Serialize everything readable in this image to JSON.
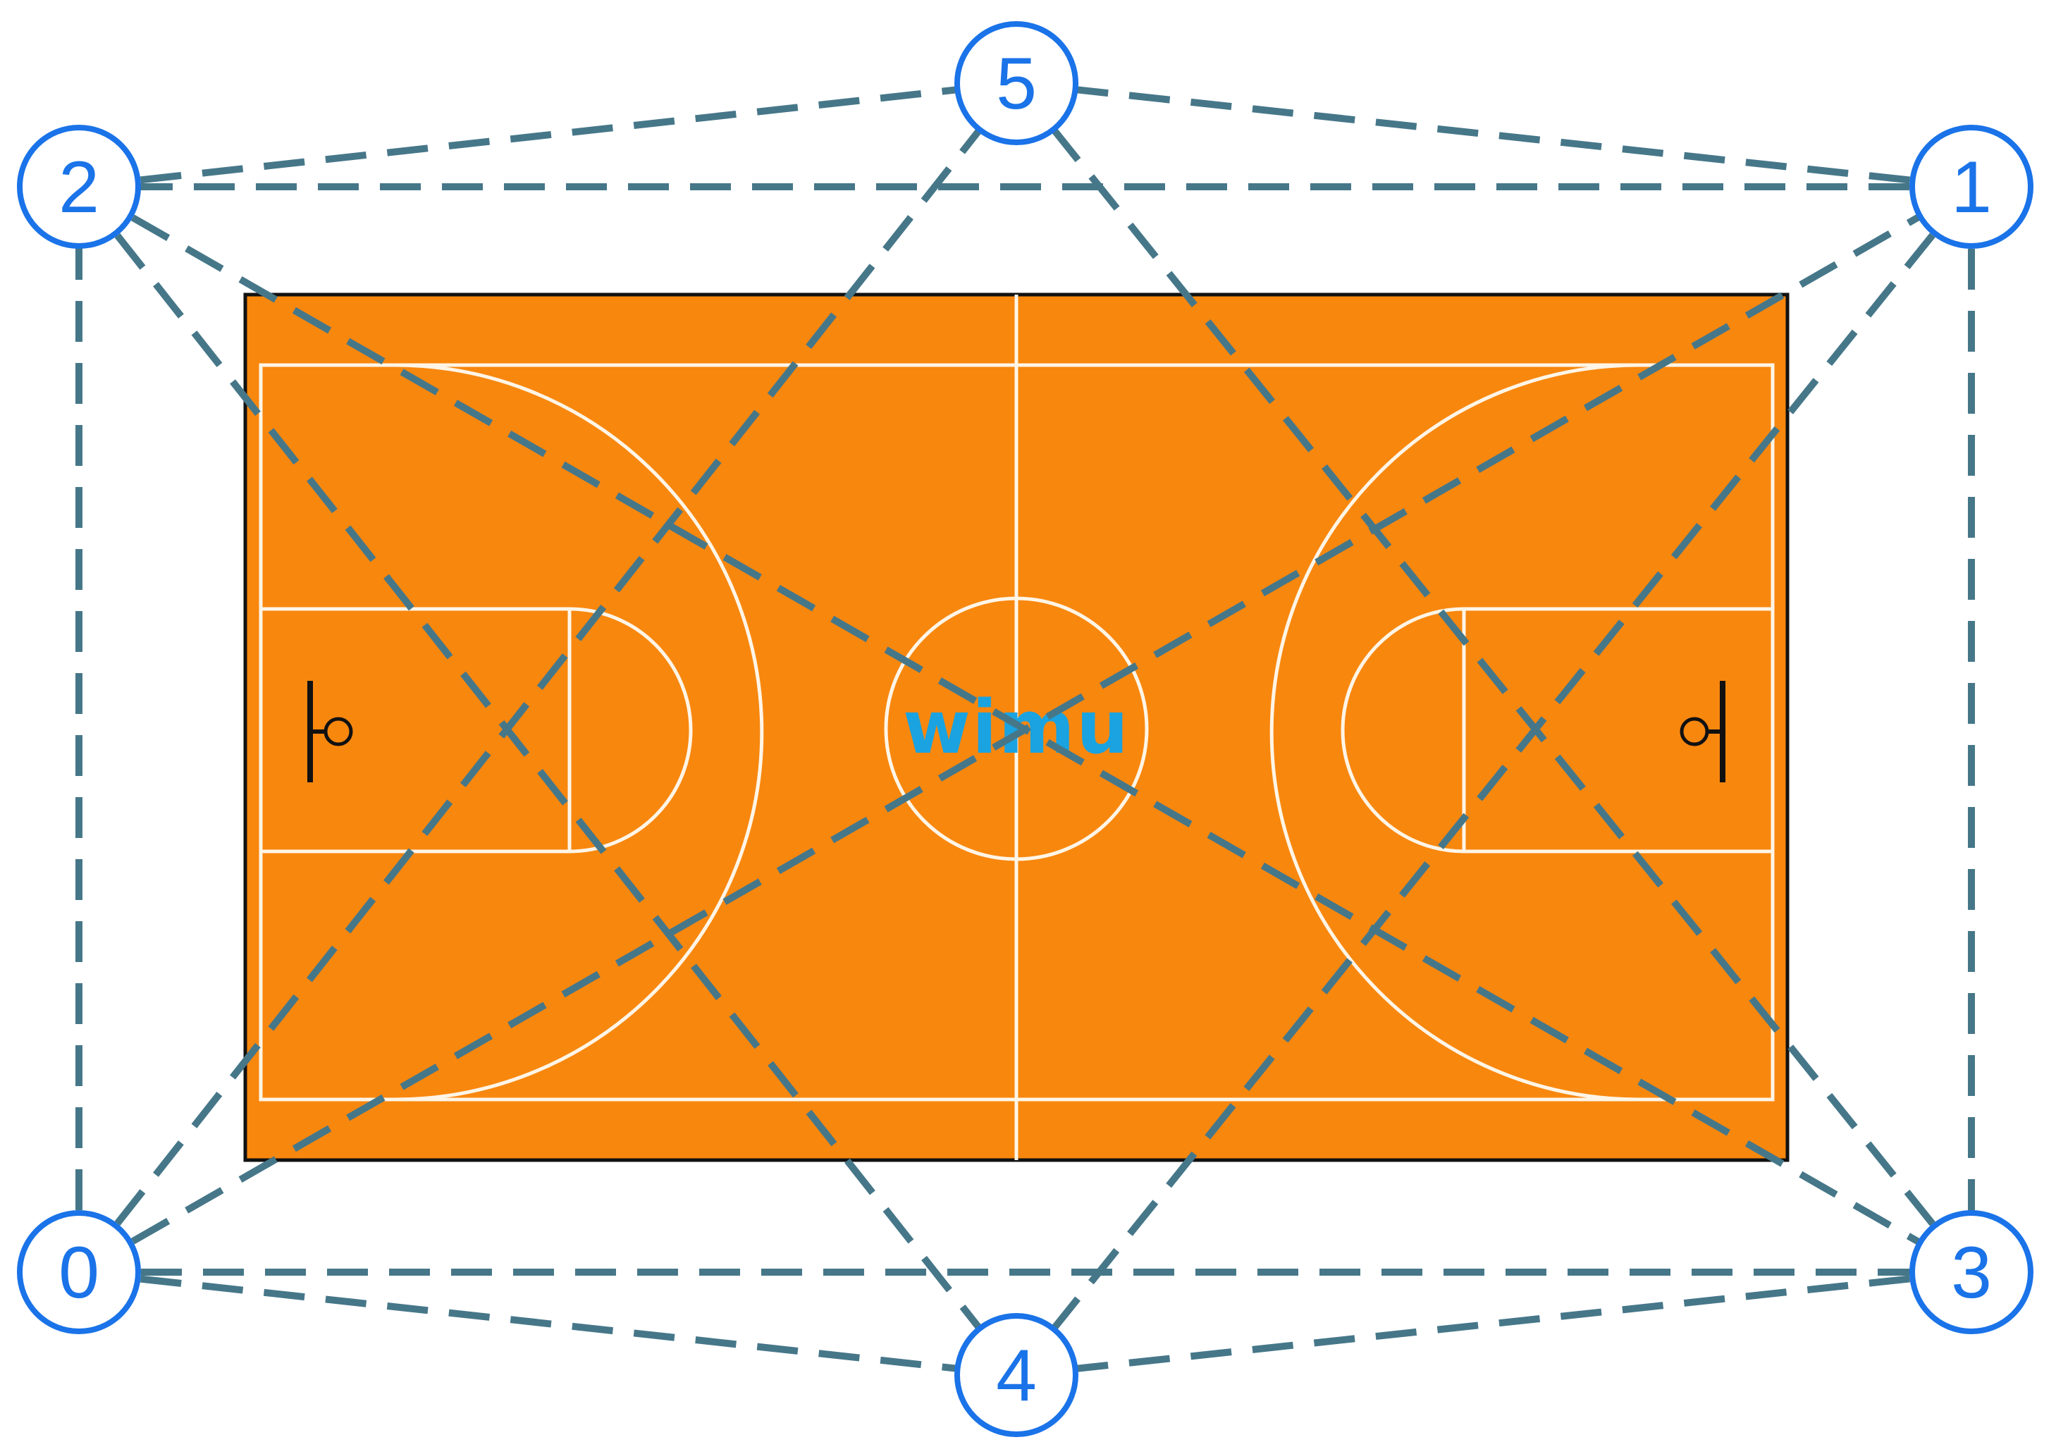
{
  "court": {
    "logo_text": "wimu",
    "colors": {
      "floor": "#f8870e",
      "lines": "#fff5e6",
      "border": "#111111",
      "logo": "#1aa3e0"
    }
  },
  "nodes": [
    {
      "id": "node-0",
      "label": "0"
    },
    {
      "id": "node-1",
      "label": "1"
    },
    {
      "id": "node-2",
      "label": "2"
    },
    {
      "id": "node-3",
      "label": "3"
    },
    {
      "id": "node-4",
      "label": "4"
    },
    {
      "id": "node-5",
      "label": "5"
    }
  ],
  "connections": [
    [
      "0",
      "1"
    ],
    [
      "0",
      "2"
    ],
    [
      "0",
      "3"
    ],
    [
      "0",
      "4"
    ],
    [
      "0",
      "5"
    ],
    [
      "1",
      "2"
    ],
    [
      "1",
      "3"
    ],
    [
      "1",
      "4"
    ],
    [
      "1",
      "5"
    ],
    [
      "2",
      "3"
    ],
    [
      "2",
      "4"
    ],
    [
      "2",
      "5"
    ],
    [
      "3",
      "4"
    ],
    [
      "3",
      "5"
    ]
  ],
  "colors": {
    "node_stroke": "#1a73e8",
    "node_fill": "#ffffff",
    "node_text": "#1a73e8",
    "edge": "#467789"
  }
}
